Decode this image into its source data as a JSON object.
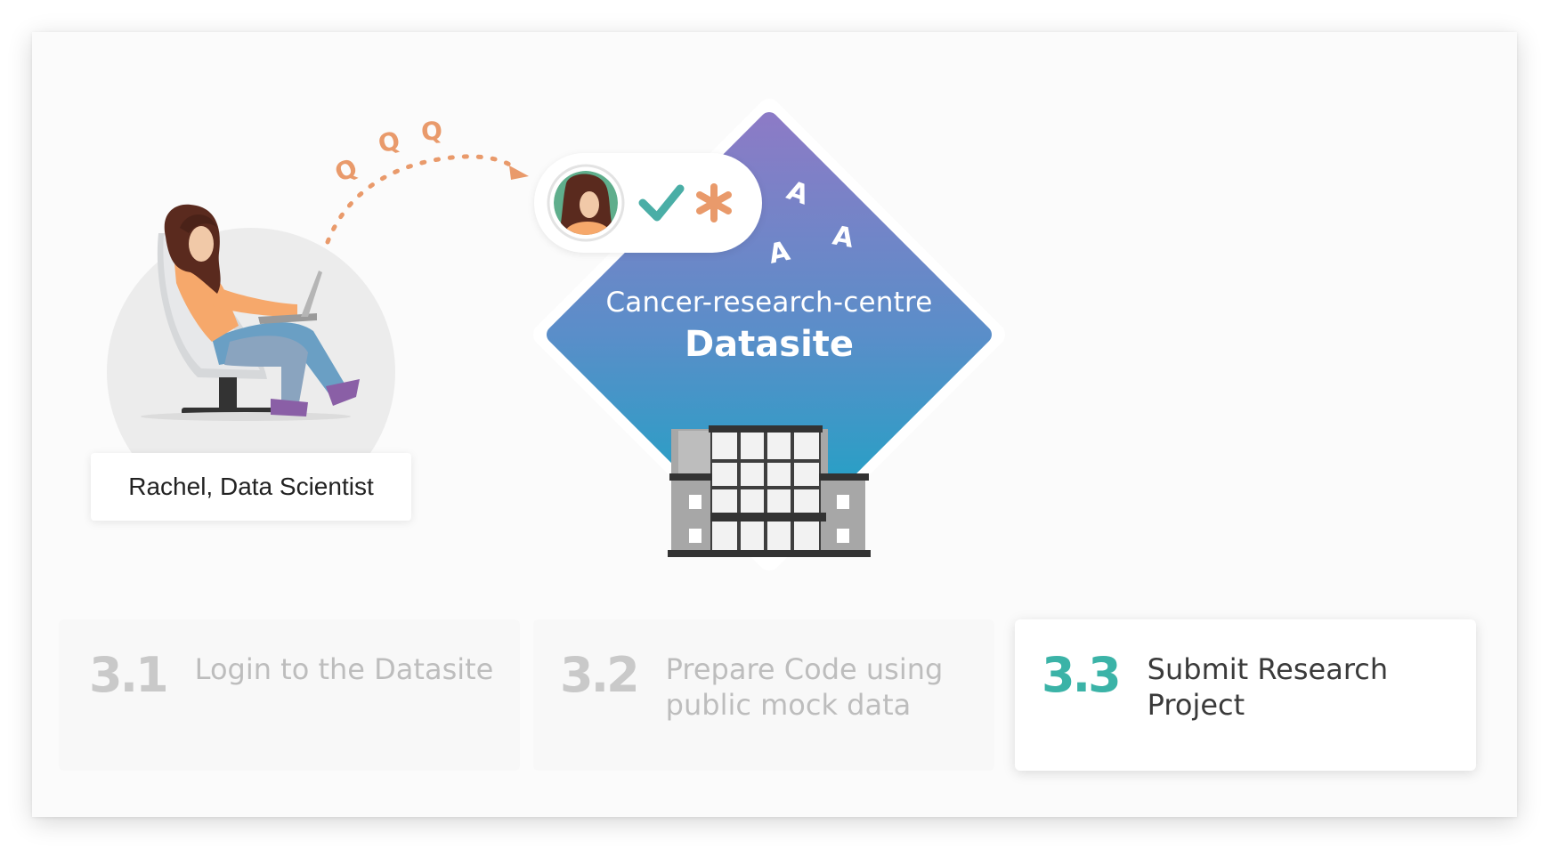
{
  "persona": {
    "label": "Rachel, Data Scientist",
    "query_glyphs": [
      "Q",
      "Q",
      "Q"
    ]
  },
  "datasite": {
    "name": "Cancer-research-centre",
    "type": "Datasite",
    "answer_glyphs": [
      "A",
      "A",
      "A"
    ]
  },
  "steps": [
    {
      "number": "3.1",
      "text": "Login to the Datasite",
      "active": false
    },
    {
      "number": "3.2",
      "text": "Prepare Code using public mock data",
      "active": false
    },
    {
      "number": "3.3",
      "text": "Submit Research Project",
      "active": true
    }
  ],
  "colors": {
    "accent_teal": "#3bb3a7",
    "query_orange": "#e99a6b",
    "diamond_top": "#8b7bc6",
    "diamond_bottom": "#1aa3c3"
  }
}
